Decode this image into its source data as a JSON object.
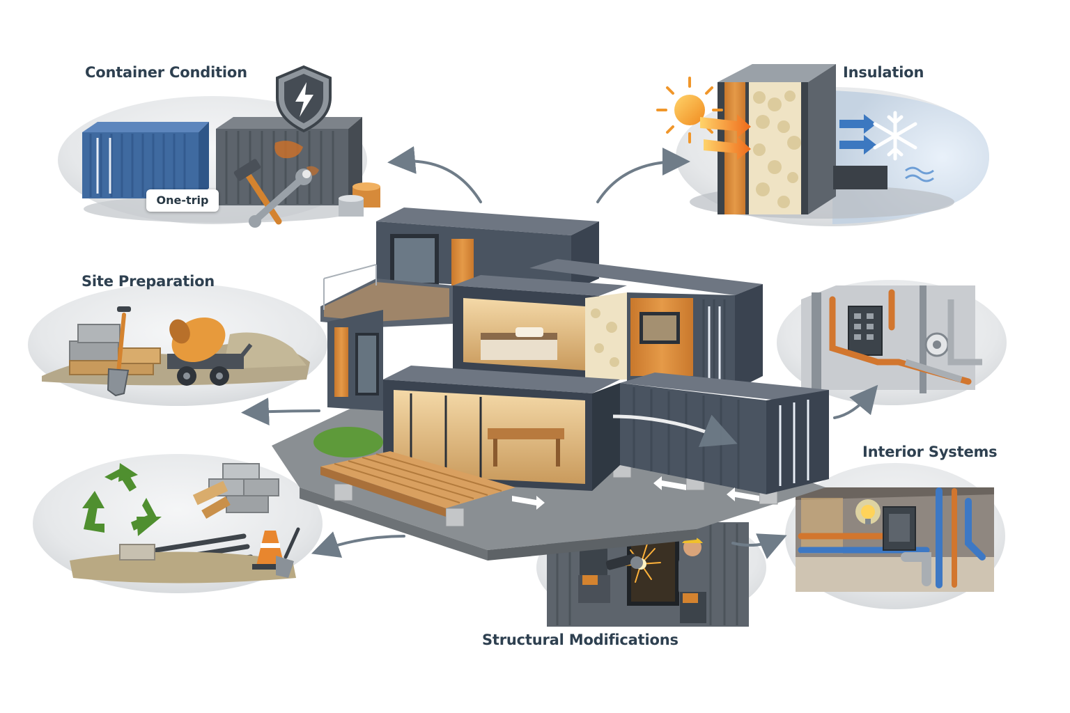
{
  "labels": {
    "container_condition": "Container Condition",
    "one_trip": "One-trip",
    "site_preparation": "Site Preparation",
    "insulation": "Insulation",
    "interior_systems": "Interior Systems",
    "structural_modifications": "Structural Modifications"
  },
  "icons": {
    "central": "container-house-icon",
    "container_condition": [
      "blue-shipping-container-icon",
      "gray-rusty-container-icon",
      "shield-lightning-icon",
      "hammer-icon",
      "wrench-icon",
      "paint-can-icon"
    ],
    "site_preparation": [
      "cinder-blocks-icon",
      "shovel-icon",
      "cement-mixer-icon",
      "gravel-icon"
    ],
    "waste": [
      "recycle-icon",
      "bricks-icon",
      "rebar-icon",
      "traffic-cone-icon",
      "trowel-icon"
    ],
    "insulation": [
      "sun-icon",
      "heat-arrows-icon",
      "insulated-wall-icon",
      "snowflake-icon",
      "cold-arrows-icon"
    ],
    "utilities": [
      "electrical-panel-icon",
      "copper-pipe-icon",
      "meter-icon"
    ],
    "interior_systems": [
      "plumbing-pipes-icon",
      "light-bulb-icon",
      "electrical-box-icon"
    ],
    "structural_modifications": [
      "worker-icon",
      "angle-grinder-icon",
      "sparks-icon"
    ]
  },
  "colors": {
    "label_text": "#2e4050",
    "container_steel": "#4a5461",
    "container_blue": "#3f6aa0",
    "wood_accent": "#d48a3a",
    "arrow_gray": "#6f7c88",
    "copper": "#d2762e",
    "pipe_blue": "#3d78c4"
  }
}
